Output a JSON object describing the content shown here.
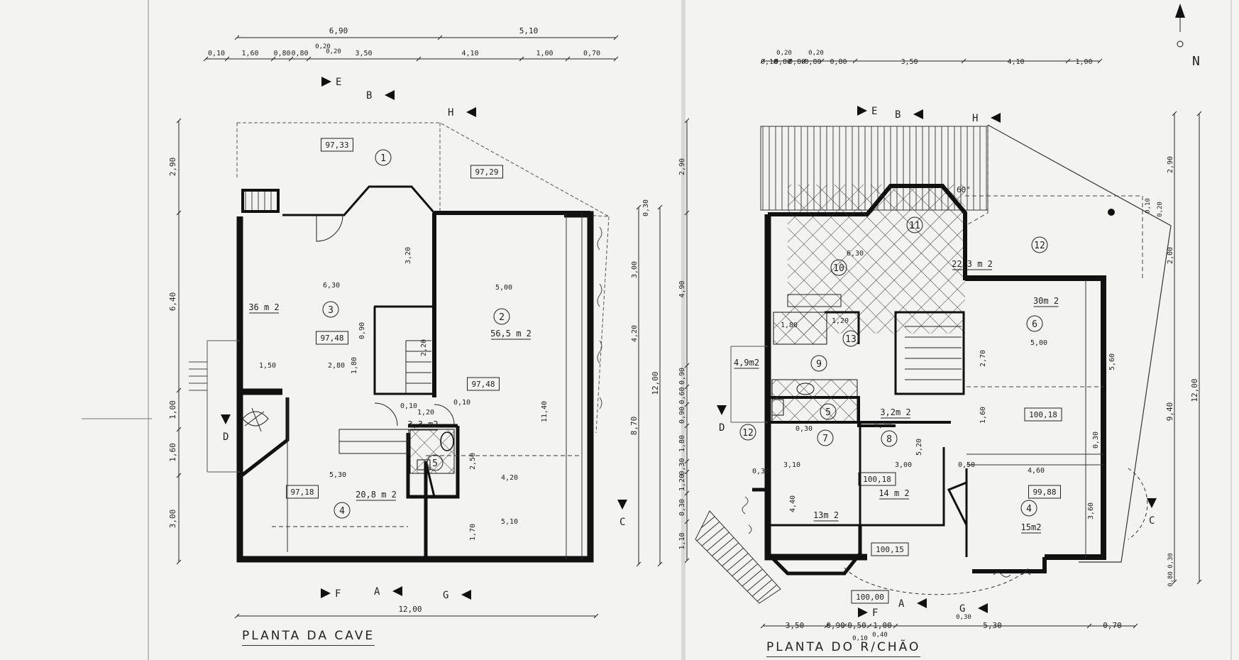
{
  "titles": {
    "left": "PLANTA DA CAVE",
    "right": "PLANTA DO R/CHÃO"
  },
  "north": {
    "label": "N"
  },
  "colors": {
    "ink": "#1a1a1a",
    "paper": "#f3f3f1",
    "wall": "#111111"
  },
  "cave": {
    "top_dims": [
      "6,90",
      "5,10"
    ],
    "top_sub": [
      "0,10",
      "1,60",
      "0,80",
      "0,80",
      "3,50",
      "4,10",
      "1,00",
      "0,70"
    ],
    "top_small": [
      "0,20",
      "0,20"
    ],
    "left_dims": [
      "2,90",
      "6,40",
      "1,00",
      "1,60",
      "3,00"
    ],
    "right_dims": [
      "0,30",
      "3,00",
      "4,20",
      "12,00",
      "8,70"
    ],
    "bottom_dim": "12,00",
    "rooms": [
      {
        "num": "1",
        "level": "97,33"
      },
      {
        "num": "2",
        "area": "56,5 m 2",
        "level": "97,48"
      },
      {
        "num": "3",
        "area": "36 m 2",
        "level": "97,48"
      },
      {
        "num": "4",
        "area": "20,8 m 2",
        "level": "97,18"
      },
      {
        "num": "5",
        "area": "3,3 m2"
      }
    ],
    "extra_levels": [
      "97,29"
    ],
    "inner_dims": [
      "6,30",
      "5,00",
      "1,50",
      "2,80",
      "3,20",
      "0,90",
      "1,80",
      "2,20",
      "1,20",
      "0,10",
      "0,10",
      "5,30",
      "4,20",
      "5,10",
      "2,50",
      "1,70",
      "11,40"
    ],
    "sections": [
      "E",
      "B",
      "H",
      "C",
      "D",
      "F",
      "A",
      "G"
    ]
  },
  "rchao": {
    "top_sub": [
      "0,10",
      "0,80",
      "0,80",
      "0,80",
      "0,80",
      "3,50",
      "4,10",
      "1,00"
    ],
    "top_small": [
      "0,20",
      "0,20"
    ],
    "left_dims": [
      "2,90",
      "4,90",
      "0,90",
      "0,60",
      "0,90",
      "1,80",
      "0,30",
      "1,20",
      "0,30",
      "1,10"
    ],
    "right_dims": [
      "2,90",
      "2,00",
      "0,10",
      "0,20",
      "5,60",
      "9,40",
      "12,00",
      "0,30",
      "0,80"
    ],
    "bottom_sub": [
      "3,50",
      "0,90",
      "0,50",
      "1,00",
      "5,30",
      "0,70"
    ],
    "bottom_small": [
      "0,10",
      "0,40",
      "0,30"
    ],
    "rooms": [
      {
        "num": "4",
        "area": "15m2",
        "level": "99,88"
      },
      {
        "num": "5"
      },
      {
        "num": "6",
        "area": "30m 2",
        "level": "100,18"
      },
      {
        "num": "7",
        "area": "13m 2"
      },
      {
        "num": "8",
        "area": "14 m 2",
        "level": "100,18"
      },
      {
        "num": "9"
      },
      {
        "num": "10"
      },
      {
        "num": "11"
      },
      {
        "num": "12",
        "area": "22,3 m 2"
      },
      {
        "num": "12"
      },
      {
        "num": "13"
      }
    ],
    "extra_areas": [
      "4,9m2",
      "3,2m 2"
    ],
    "extra_levels": [
      "100,15",
      "100,00"
    ],
    "inner_dims": [
      "5,00",
      "2,70",
      "1,60",
      "4,60",
      "3,10",
      "3,00",
      "4,40",
      "1,80",
      "1,20",
      "6,30",
      "0,30",
      "0,30",
      "0,50",
      "0,10",
      "5,20",
      "0,30",
      "3,60"
    ],
    "angle": "60°",
    "sections": [
      "E",
      "B",
      "H",
      "C",
      "D",
      "F",
      "A",
      "G"
    ]
  }
}
